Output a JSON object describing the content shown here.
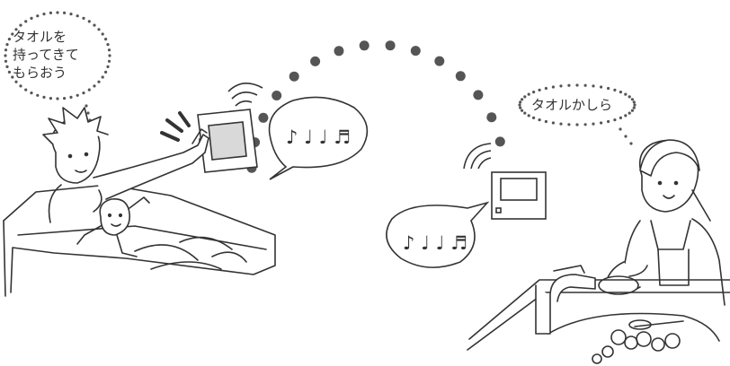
{
  "thought_bubbles": {
    "man": {
      "lines": [
        "タオルを",
        "持ってきて",
        "もらおう"
      ]
    },
    "woman": {
      "text": "タオルかしら"
    }
  },
  "speech_bubbles": {
    "bath_panel": {
      "notes": "♪ ♩ ♩ ♬"
    },
    "kitchen_panel": {
      "notes": "♪ ♩ ♩ ♬"
    }
  },
  "colors": {
    "line": "#333333",
    "dots": "#555555",
    "screen_fill": "#d9d9d9",
    "background": "#ffffff"
  },
  "icons": {
    "bath_panel": "wall-remote-icon",
    "kitchen_panel": "wall-remote-icon",
    "signal": "signal-waves-icon"
  }
}
